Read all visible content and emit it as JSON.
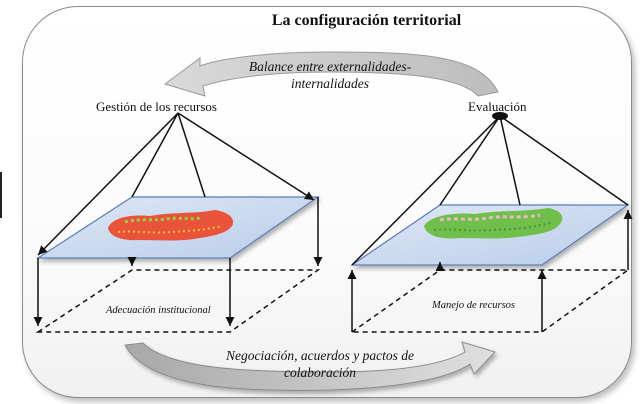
{
  "title": "La configuración territorial",
  "top_arrow_label": "Balance entre externalidades-internalidades",
  "bottom_arrow_label": "Negociación, acuerdos y pactos de colaboración",
  "left_node_label": "Gestión de los recursos",
  "right_node_label": "Evaluación",
  "left_box_label": "Adecuación institucional",
  "right_box_label": "Manejo de recursos",
  "colors": {
    "plane_fill": "#c9d9ef",
    "plane_stroke": "#5b7db8",
    "left_map_primary": "#e8533a",
    "left_map_secondary": "#9acd4a",
    "right_map_primary": "#6fbf4a",
    "right_map_secondary": "#e7b8c8",
    "curved_arrow_fill": "#c8c8c8"
  }
}
